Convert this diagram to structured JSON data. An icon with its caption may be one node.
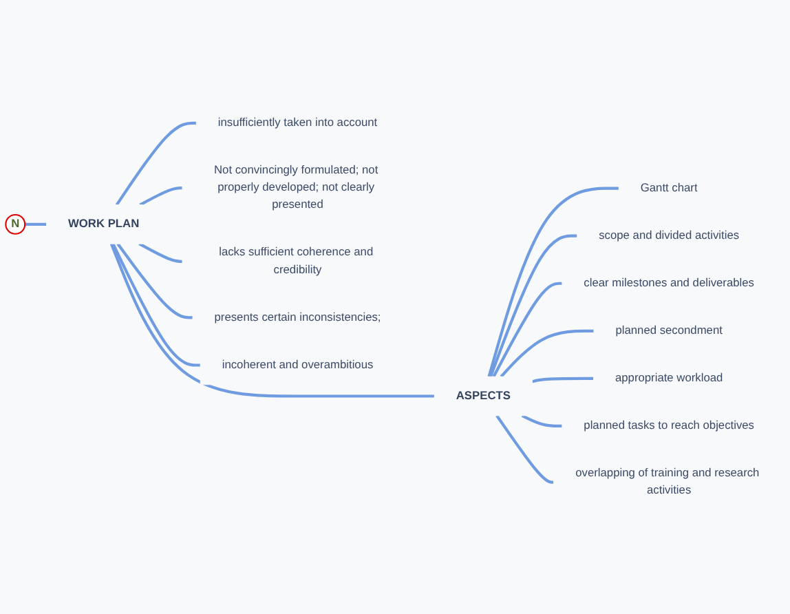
{
  "diagram": {
    "nodes": [
      {
        "text": [
          "N"
        ]
      },
      {
        "text": [
          "WORK PLAN"
        ]
      },
      {
        "text": [
          "insufficiently taken into account"
        ]
      },
      {
        "text": [
          "Not convincingly formulated; not properly developed; not clearly presented"
        ]
      },
      {
        "text": [
          "lacks sufficient coherence and credibility"
        ]
      },
      {
        "text": [
          "presents certain inconsistencies;"
        ]
      },
      {
        "text": [
          "incoherent and overambitious"
        ]
      },
      {
        "text": [
          "ASPECTS"
        ]
      },
      {
        "text": [
          "Gantt chart"
        ]
      },
      {
        "text": [
          "scope and divided activities"
        ]
      },
      {
        "text": [
          "clear milestones and deliverables"
        ]
      },
      {
        "text": [
          "planned secondment"
        ]
      },
      {
        "text": [
          "appropriate workload"
        ]
      },
      {
        "text": [
          "planned tasks to reach objectives"
        ]
      },
      {
        "text": [
          "overlapping of training and research activities"
        ]
      }
    ],
    "edges": [
      {
        "from": 0,
        "to": 1,
        "arrow": "none"
      },
      {
        "from": 1,
        "to": 2,
        "arrow": "none"
      },
      {
        "from": 1,
        "to": 3,
        "arrow": "none"
      },
      {
        "from": 1,
        "to": 4,
        "arrow": "none"
      },
      {
        "from": 1,
        "to": 5,
        "arrow": "none"
      },
      {
        "from": 1,
        "to": 6,
        "arrow": "none"
      },
      {
        "from": 1,
        "to": 7,
        "arrow": "none"
      },
      {
        "from": 7,
        "to": 8,
        "arrow": "none"
      },
      {
        "from": 7,
        "to": 9,
        "arrow": "none"
      },
      {
        "from": 7,
        "to": 10,
        "arrow": "none"
      },
      {
        "from": 7,
        "to": 11,
        "arrow": "none"
      },
      {
        "from": 7,
        "to": 12,
        "arrow": "none"
      },
      {
        "from": 7,
        "to": 13,
        "arrow": "none"
      },
      {
        "from": 7,
        "to": 14,
        "arrow": "none"
      }
    ]
  }
}
